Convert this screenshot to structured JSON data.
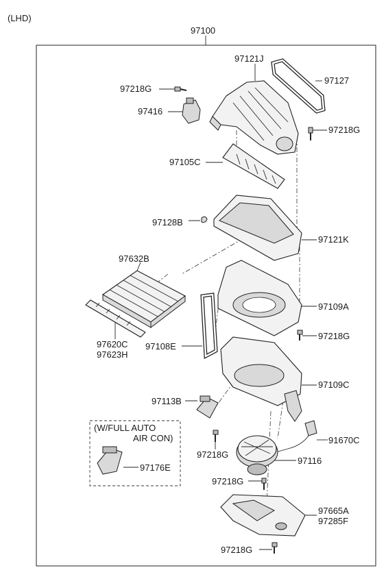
{
  "header": {
    "variant": "(LHD)",
    "assembly": "97100"
  },
  "option_box": {
    "line1": "(W/FULL AUTO",
    "line2": "AIR CON)"
  },
  "labels": {
    "p97121J": "97121J",
    "p97127": "97127",
    "p97218G_a": "97218G",
    "p97416": "97416",
    "p97218G_b": "97218G",
    "p97105C": "97105C",
    "p97128B": "97128B",
    "p97121K": "97121K",
    "p97632B": "97632B",
    "p97109A": "97109A",
    "p97218G_c": "97218G",
    "p97620C": "97620C",
    "p97623H": "97623H",
    "p97108E": "97108E",
    "p97109C": "97109C",
    "p97113B": "97113B",
    "p91670C": "91670C",
    "p97218G_d": "97218G",
    "p97116": "97116",
    "p97176E": "97176E",
    "p97218G_e": "97218G",
    "p97665A": "97665A",
    "p97285F": "97285F",
    "p97218G_f": "97218G"
  }
}
